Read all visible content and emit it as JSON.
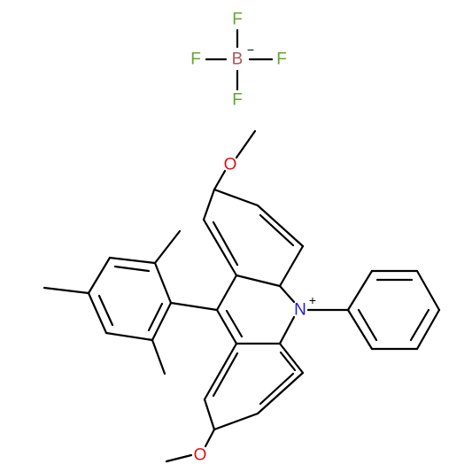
{
  "molecule": {
    "atoms": {
      "F": "F",
      "B": "B",
      "O": "O",
      "N": "N"
    },
    "charges": {
      "boron": "−",
      "nitrogen": "+"
    },
    "colors": {
      "bond": "#000000",
      "F": "#5fa82e",
      "B": "#a65a5a",
      "O": "#e01010",
      "N": "#2020d0"
    }
  }
}
